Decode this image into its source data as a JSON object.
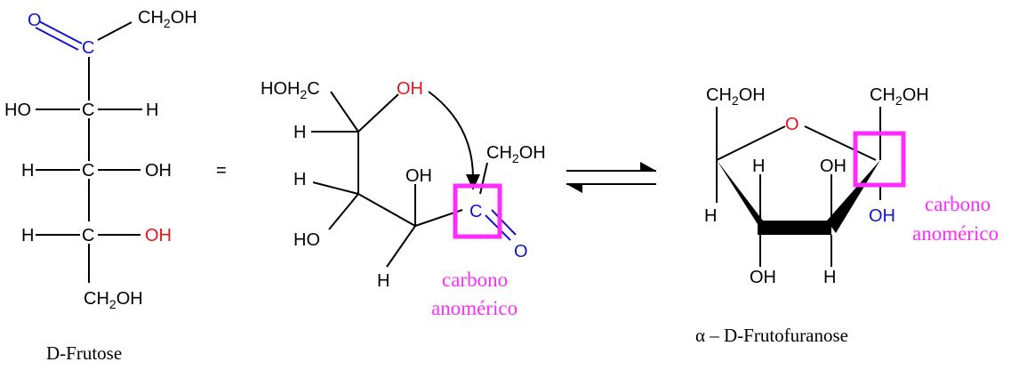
{
  "colors": {
    "black": "#000000",
    "blue": "#1414c8",
    "red": "#e6141e",
    "magenta": "#ff2cff"
  },
  "fructose": {
    "o_top": "O",
    "c2": "C",
    "ch2oh_top": "CH2OH",
    "r3_left": "HO",
    "r3_c": "C",
    "r3_right": "H",
    "r4_left": "H",
    "r4_c": "C",
    "r4_right": "OH",
    "r5_left": "H",
    "r5_c": "C",
    "r5_right": "OH",
    "ch2oh_bottom": "CH2OH",
    "name": "D-Frutose"
  },
  "equals": "=",
  "open_chain": {
    "hoh2c": "HOH2C",
    "oh_red": "OH",
    "h1": "H",
    "h2": "H",
    "ho": "HO",
    "oh_mid": "OH",
    "h_bottom": "H",
    "ch2oh": "CH2OH",
    "c": "C",
    "o": "O",
    "anomeric_label_1": "carbono",
    "anomeric_label_2": "anomérico"
  },
  "furanose": {
    "ch2oh_left": "CH2OH",
    "ring_o": "O",
    "ch2oh_right": "CH2OH",
    "h_c3": "H",
    "oh_c4": "OH",
    "h_c5": "H",
    "oh_c2_blue": "OH",
    "oh_c3_bottom": "OH",
    "h_c4_bottom": "H",
    "anomeric_label_1": "carbono",
    "anomeric_label_2": "anomérico",
    "name": "α – D-Frutofuranose"
  }
}
